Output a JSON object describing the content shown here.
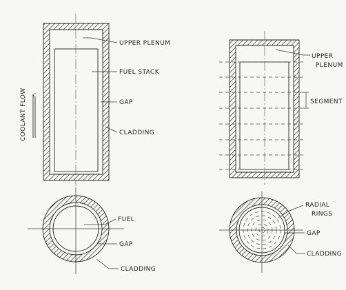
{
  "left_diagram": {
    "coolant_flow_label": "COOLANT FLOW",
    "labels": {
      "upper_plenum": "UPPER PLENUM",
      "fuel_stack": "FUEL STACK",
      "gap": "GAP",
      "cladding": "CLADDING"
    },
    "cross_section_labels": {
      "fuel": "FUEL",
      "gap": "GAP",
      "cladding": "CLADDING"
    }
  },
  "right_diagram": {
    "labels": {
      "upper_plenum_line1": "UPPER",
      "upper_plenum_line2": "PLENUM",
      "segment": "SEGMENT"
    },
    "cross_section_labels": {
      "radial_line1": "RADIAL",
      "radial_line2": "RINGS",
      "gap": "GAP",
      "cladding": "CLADDING"
    }
  },
  "colors": {
    "line": "#222222",
    "background": "#f7f7f5"
  }
}
